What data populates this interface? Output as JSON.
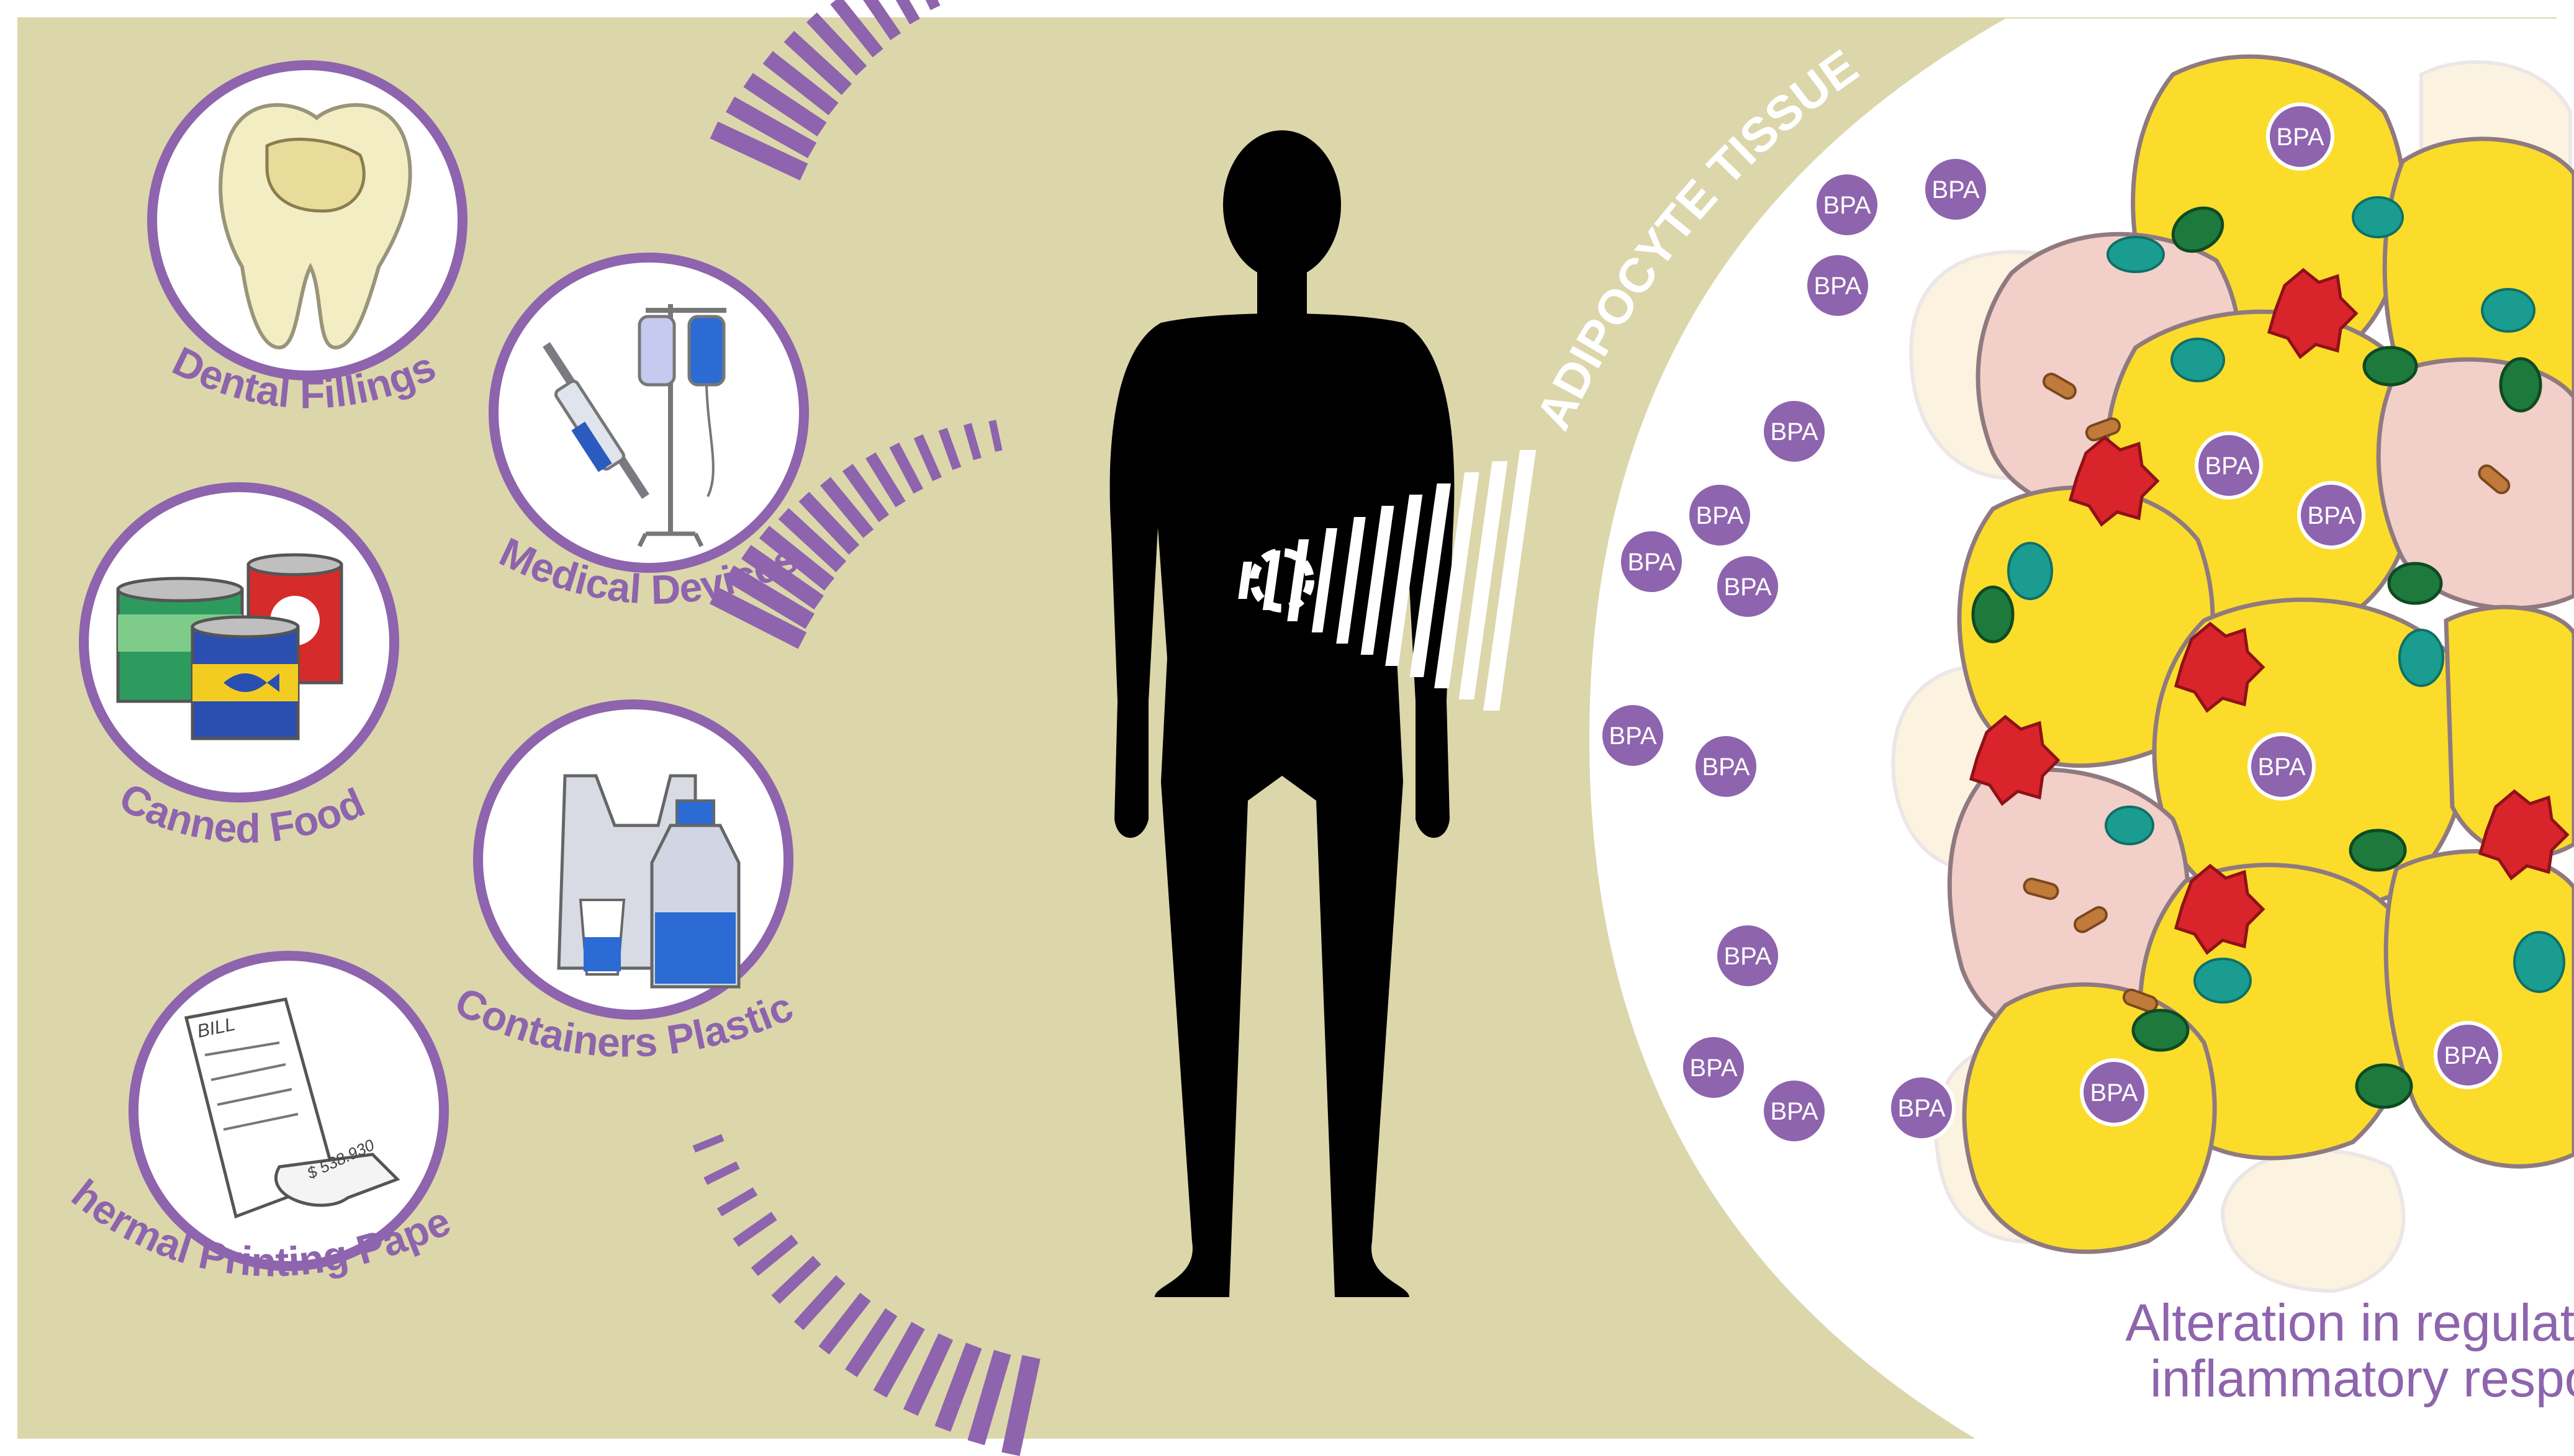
{
  "colors": {
    "background": "#dcd6ab",
    "accent_purple": "#8d64ad",
    "bpa_purple": "#8d64ad",
    "silhouette": "#000000",
    "fat_yellow": "#fbdc2a",
    "cell_membrane": "#f2cfc8",
    "nucleus_teal": "#1a9c90",
    "immune_red": "#d9242c",
    "immune_green": "#1e7a3c"
  },
  "sources": [
    {
      "id": "dental",
      "label": "Dental Fillings",
      "icon": "tooth-icon"
    },
    {
      "id": "medical",
      "label": "Medical Devices",
      "icon": "syringe-iv-icon"
    },
    {
      "id": "canned",
      "label": "Canned Food",
      "icon": "cans-icon"
    },
    {
      "id": "plastic",
      "label": "Containers Plastic",
      "icon": "bottle-bag-icon"
    },
    {
      "id": "thermal",
      "label": "Thermal Printing Papers",
      "icon": "receipt-icon"
    }
  ],
  "receipt": {
    "header": "BILL",
    "total": "$ 538.930"
  },
  "tissue_label": "ADIPOCYTE TISSUE",
  "bpa_label": "BPA",
  "outcome": {
    "line1": "Alteration in regulation of",
    "line2": "inflammatory response"
  }
}
